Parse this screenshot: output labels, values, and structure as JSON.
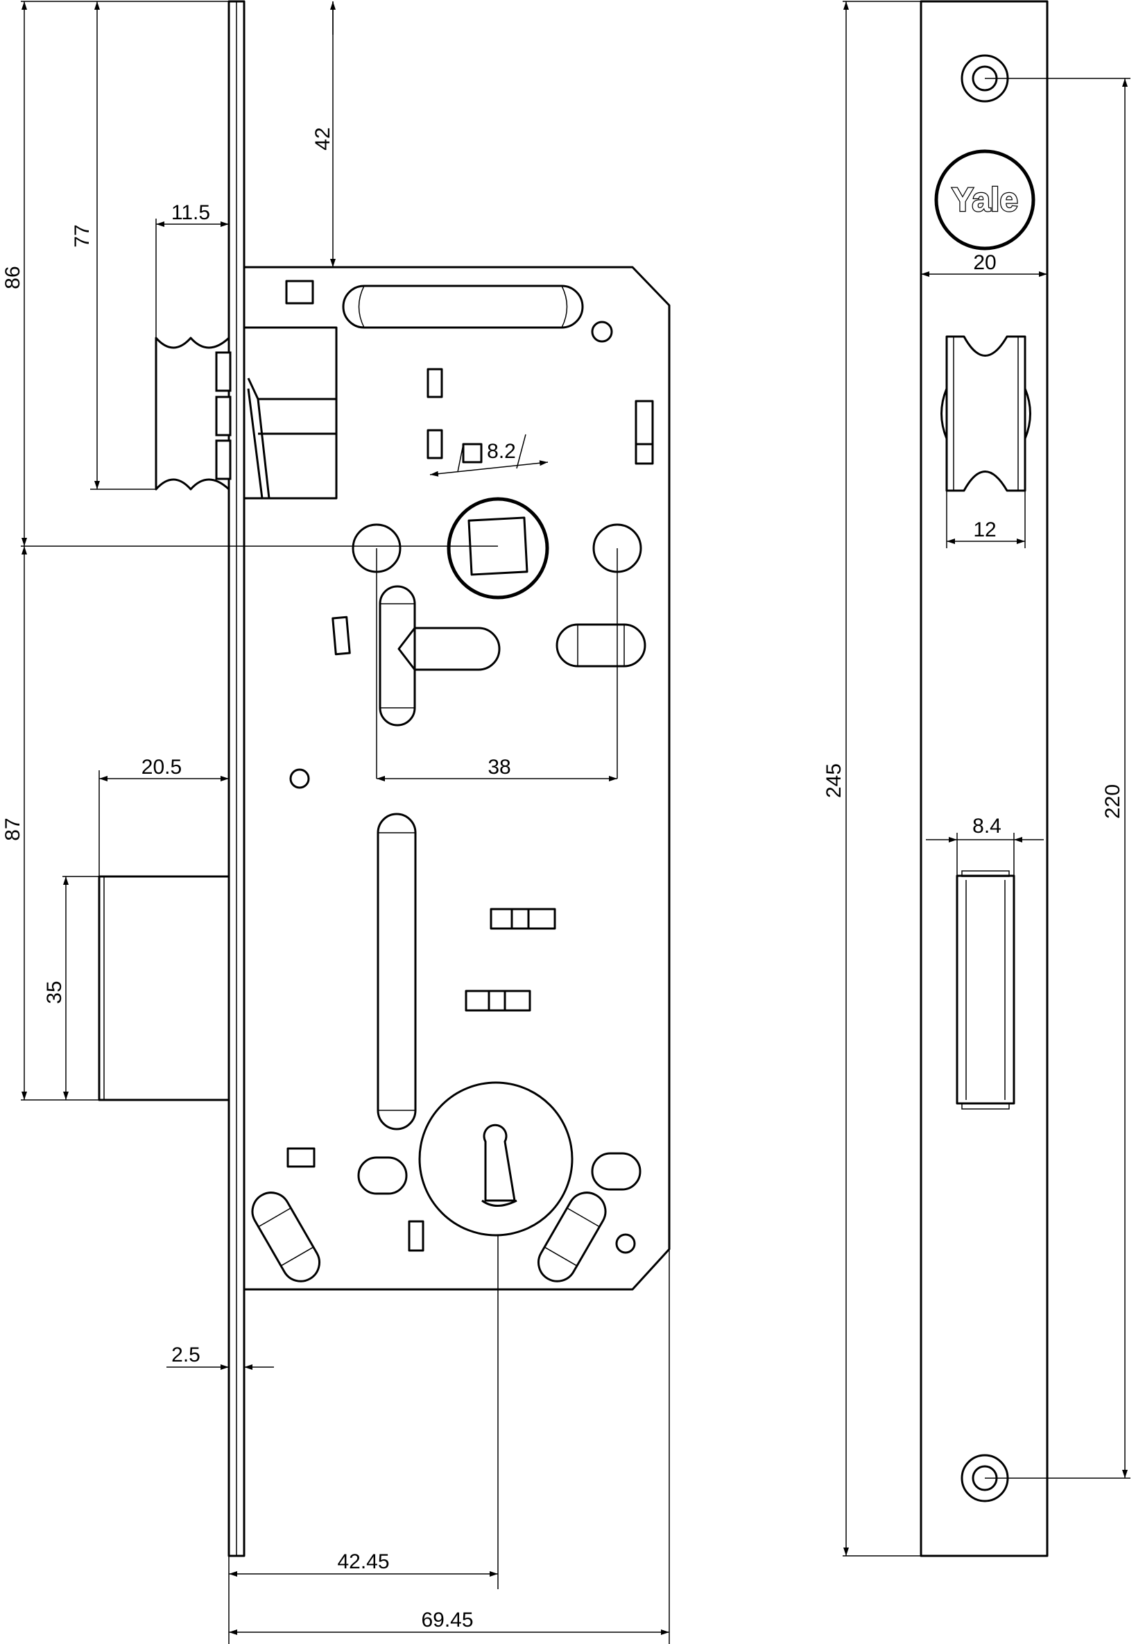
{
  "diagram": {
    "brand": "Yale",
    "dimensions": {
      "height_86": "86",
      "height_77": "77",
      "offset_42": "42",
      "latch_11_5": "11.5",
      "spindle_8_2": "8.2",
      "height_87": "87",
      "bolt_20_5": "20.5",
      "bolt_35": "35",
      "center_38": "38",
      "plate_2_5": "2.5",
      "backset_42_45": "42.45",
      "case_69_45": "69.45",
      "plate_20": "20",
      "latch_12": "12",
      "total_245": "245",
      "holes_220": "220",
      "bolt_8_4": "8.4"
    }
  }
}
